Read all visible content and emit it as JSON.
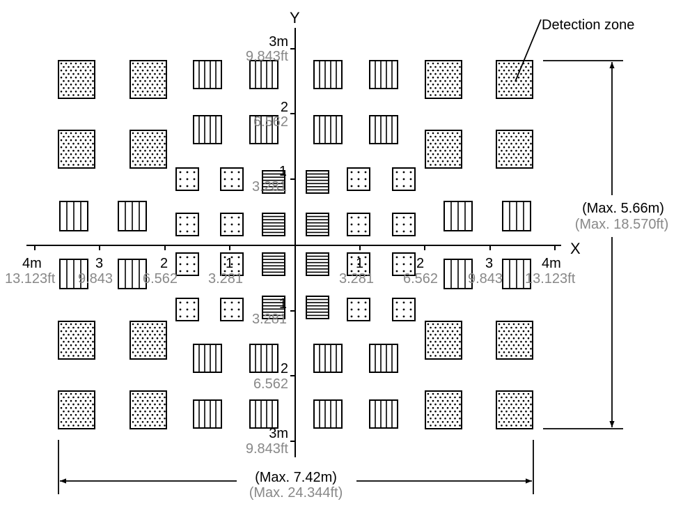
{
  "title": "Detection zone layout",
  "colors": {
    "line": "#000000",
    "imperial_text": "#888888",
    "metric_text": "#000000",
    "background": "#ffffff"
  },
  "axes": {
    "x_label": "X",
    "y_label": "Y",
    "x_ticks_left": [
      {
        "m": "4m",
        "ft": "13.123ft"
      },
      {
        "m": "3",
        "ft": "9.843"
      },
      {
        "m": "2",
        "ft": "6.562"
      },
      {
        "m": "1",
        "ft": "3.281"
      }
    ],
    "x_ticks_right": [
      {
        "m": "1",
        "ft": "3.281"
      },
      {
        "m": "2",
        "ft": "6.562"
      },
      {
        "m": "3",
        "ft": "9.843"
      },
      {
        "m": "4m",
        "ft": "13.123ft"
      }
    ],
    "y_ticks_top": [
      {
        "m": "3m",
        "ft": "9.843ft"
      },
      {
        "m": "2",
        "ft": "6.562"
      },
      {
        "m": "1",
        "ft": "3.281"
      }
    ],
    "y_ticks_bottom": [
      {
        "m": "1",
        "ft": "3.281"
      },
      {
        "m": "2",
        "ft": "6.562"
      },
      {
        "m": "3m",
        "ft": "9.843ft"
      }
    ]
  },
  "callout": {
    "label": "Detection zone"
  },
  "dimensions": {
    "width": {
      "metric": "(Max. 7.42m)",
      "imperial": "(Max. 24.344ft)"
    },
    "height": {
      "metric": "(Max. 5.66m)",
      "imperial": "(Max. 18.570ft)"
    }
  },
  "zone_patterns": [
    "dense-dots",
    "vertical-lines",
    "sparse-dots",
    "horizontal-lines"
  ],
  "zones": [
    {
      "row": 1,
      "pattern": "dense-dots"
    },
    {
      "row": 1,
      "pattern": "dense-dots"
    },
    {
      "row": 1,
      "pattern": "vertical-lines"
    },
    {
      "row": 1,
      "pattern": "vertical-lines"
    },
    {
      "row": 1,
      "pattern": "vertical-lines"
    },
    {
      "row": 1,
      "pattern": "vertical-lines"
    },
    {
      "row": 1,
      "pattern": "dense-dots"
    },
    {
      "row": 1,
      "pattern": "dense-dots"
    },
    {
      "row": 2,
      "pattern": "dense-dots"
    },
    {
      "row": 2,
      "pattern": "dense-dots"
    },
    {
      "row": 2,
      "pattern": "vertical-lines"
    },
    {
      "row": 2,
      "pattern": "vertical-lines"
    },
    {
      "row": 2,
      "pattern": "vertical-lines"
    },
    {
      "row": 2,
      "pattern": "vertical-lines"
    },
    {
      "row": 2,
      "pattern": "dense-dots"
    },
    {
      "row": 2,
      "pattern": "dense-dots"
    },
    {
      "row": 3,
      "pattern": "sparse-dots"
    },
    {
      "row": 3,
      "pattern": "sparse-dots"
    },
    {
      "row": 3,
      "pattern": "horizontal-lines"
    },
    {
      "row": 3,
      "pattern": "horizontal-lines"
    },
    {
      "row": 3,
      "pattern": "sparse-dots"
    },
    {
      "row": 3,
      "pattern": "sparse-dots"
    },
    {
      "row": 4,
      "pattern": "vertical-lines"
    },
    {
      "row": 4,
      "pattern": "vertical-lines"
    },
    {
      "row": 4,
      "pattern": "sparse-dots"
    },
    {
      "row": 4,
      "pattern": "sparse-dots"
    },
    {
      "row": 4,
      "pattern": "horizontal-lines"
    },
    {
      "row": 4,
      "pattern": "horizontal-lines"
    },
    {
      "row": 4,
      "pattern": "sparse-dots"
    },
    {
      "row": 4,
      "pattern": "sparse-dots"
    },
    {
      "row": 4,
      "pattern": "vertical-lines"
    },
    {
      "row": 4,
      "pattern": "vertical-lines"
    },
    {
      "row": 5,
      "pattern": "vertical-lines"
    },
    {
      "row": 5,
      "pattern": "vertical-lines"
    },
    {
      "row": 5,
      "pattern": "sparse-dots"
    },
    {
      "row": 5,
      "pattern": "sparse-dots"
    },
    {
      "row": 5,
      "pattern": "horizontal-lines"
    },
    {
      "row": 5,
      "pattern": "horizontal-lines"
    },
    {
      "row": 5,
      "pattern": "sparse-dots"
    },
    {
      "row": 5,
      "pattern": "sparse-dots"
    },
    {
      "row": 5,
      "pattern": "vertical-lines"
    },
    {
      "row": 5,
      "pattern": "vertical-lines"
    },
    {
      "row": 6,
      "pattern": "sparse-dots"
    },
    {
      "row": 6,
      "pattern": "sparse-dots"
    },
    {
      "row": 6,
      "pattern": "horizontal-lines"
    },
    {
      "row": 6,
      "pattern": "horizontal-lines"
    },
    {
      "row": 6,
      "pattern": "sparse-dots"
    },
    {
      "row": 6,
      "pattern": "sparse-dots"
    },
    {
      "row": 7,
      "pattern": "dense-dots"
    },
    {
      "row": 7,
      "pattern": "dense-dots"
    },
    {
      "row": 7,
      "pattern": "vertical-lines"
    },
    {
      "row": 7,
      "pattern": "vertical-lines"
    },
    {
      "row": 7,
      "pattern": "vertical-lines"
    },
    {
      "row": 7,
      "pattern": "vertical-lines"
    },
    {
      "row": 7,
      "pattern": "dense-dots"
    },
    {
      "row": 7,
      "pattern": "dense-dots"
    },
    {
      "row": 8,
      "pattern": "dense-dots"
    },
    {
      "row": 8,
      "pattern": "dense-dots"
    },
    {
      "row": 8,
      "pattern": "vertical-lines"
    },
    {
      "row": 8,
      "pattern": "vertical-lines"
    },
    {
      "row": 8,
      "pattern": "vertical-lines"
    },
    {
      "row": 8,
      "pattern": "vertical-lines"
    },
    {
      "row": 8,
      "pattern": "dense-dots"
    },
    {
      "row": 8,
      "pattern": "dense-dots"
    }
  ]
}
